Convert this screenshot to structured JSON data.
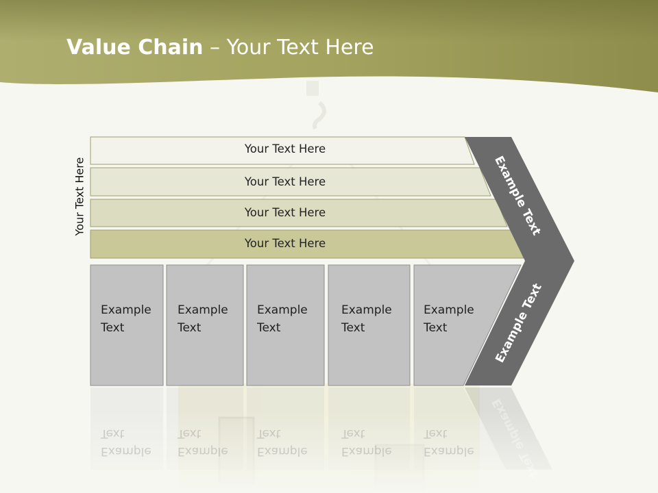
{
  "title": {
    "bold": "Value Chain",
    "rest": " – Your Text Here"
  },
  "side_label": "Your Text Here",
  "rows": [
    "Your Text Here",
    "Your Text Here",
    "Your Text Here",
    "Your Text Here"
  ],
  "cells": [
    {
      "line1": "Example",
      "line2": "Text"
    },
    {
      "line1": "Example",
      "line2": "Text"
    },
    {
      "line1": "Example",
      "line2": "Text"
    },
    {
      "line1": "Example",
      "line2": "Text"
    },
    {
      "line1": "Example",
      "line2": "Text"
    }
  ],
  "chevron_top": "Example Text",
  "chevron_bottom": "Example Text",
  "colors": {
    "header": "#a6a660",
    "row1": "#f3f3ec",
    "row2": "#e7e7d5",
    "row3": "#dcdcc0",
    "row4": "#c9c898",
    "cell": "#c2c2c2",
    "chevron": "#6b6b6b"
  }
}
